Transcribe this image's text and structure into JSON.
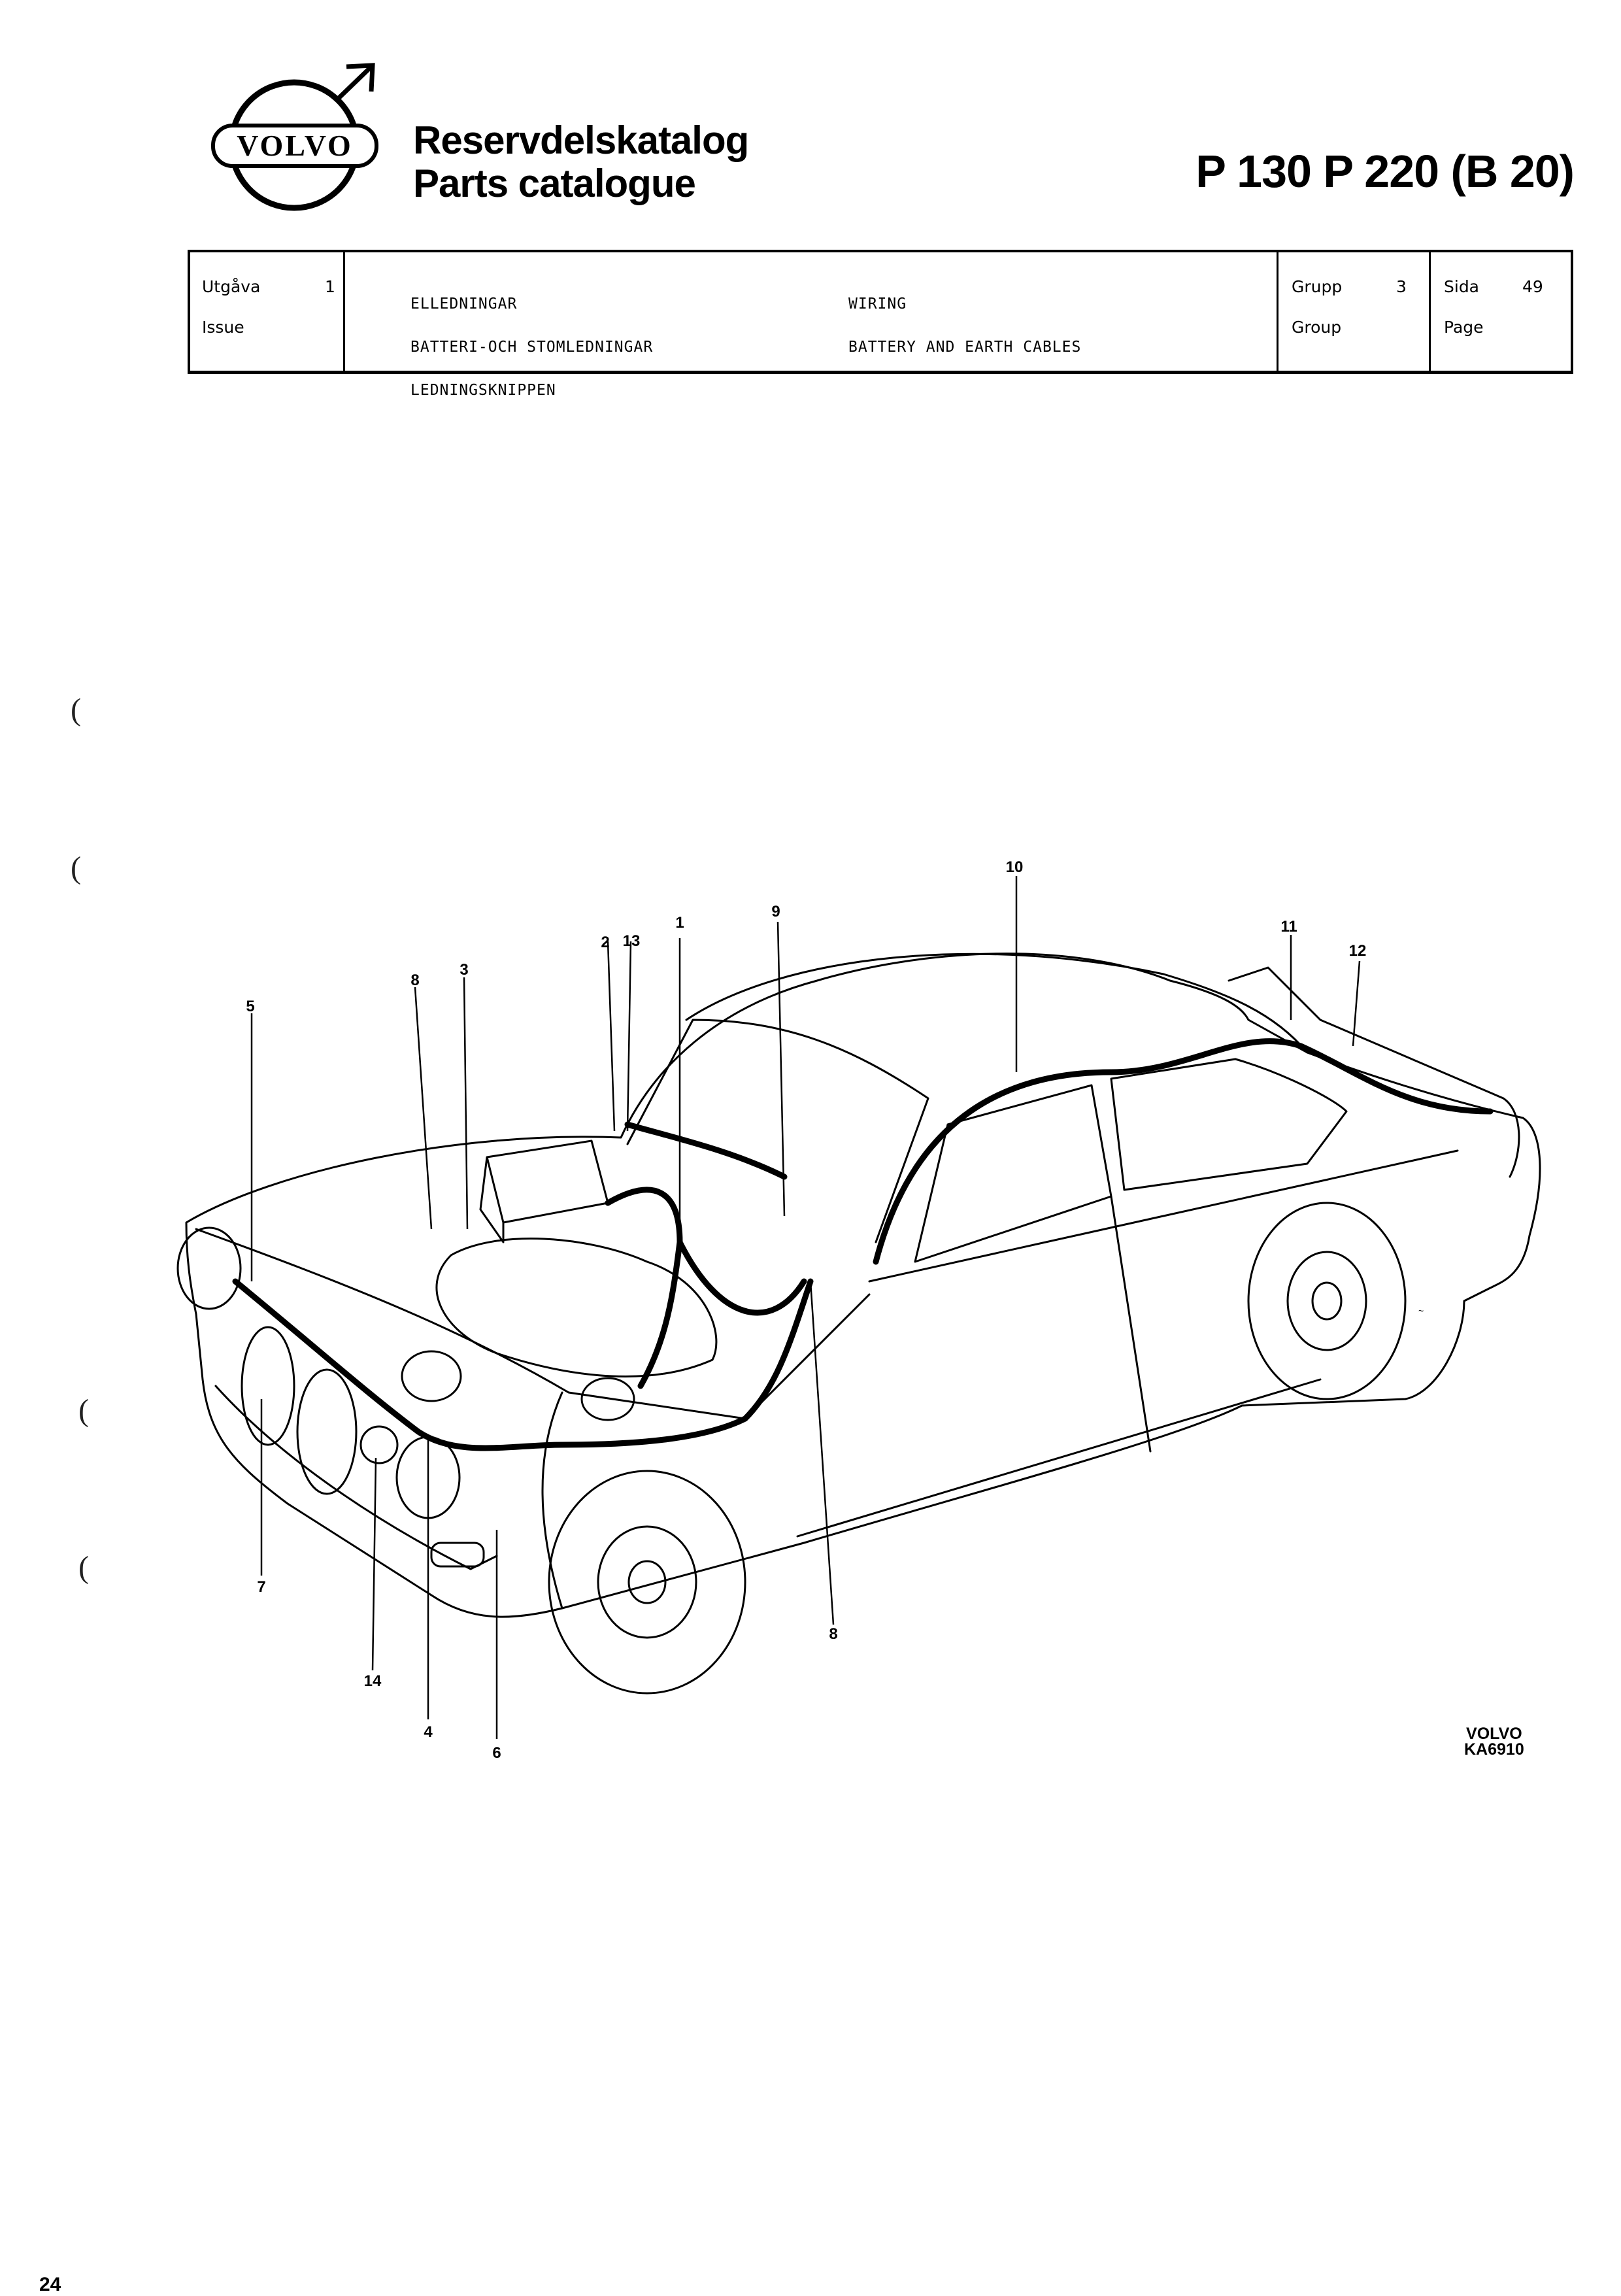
{
  "header": {
    "brand": "VOLVO",
    "catalogue_sv": "Reservdelskatalog",
    "catalogue_en": "Parts catalogue",
    "models": "P 130  P 220 (B 20)"
  },
  "info_table": {
    "issue_sv": "Utgåva",
    "issue_en": "Issue",
    "issue_value": "1",
    "title_sv": [
      "ELLEDNINGAR",
      "BATTERI-OCH STOMLEDNINGAR",
      "LEDNINGSKNIPPEN"
    ],
    "title_en": [
      "WIRING",
      "BATTERY AND EARTH CABLES"
    ],
    "group_sv": "Grupp",
    "group_en": "Group",
    "group_value": "3",
    "page_sv": "Sida",
    "page_en": "Page",
    "page_value": "49"
  },
  "callouts": [
    "1",
    "2",
    "13",
    "3",
    "4",
    "5",
    "6",
    "7",
    "8",
    "8",
    "9",
    "10",
    "11",
    "12",
    "14"
  ],
  "drawing_ref": {
    "brand": "VOLVO",
    "code": "KA6910"
  },
  "margin_marks": [
    "(",
    "(",
    "(",
    "("
  ],
  "page_number": "24"
}
